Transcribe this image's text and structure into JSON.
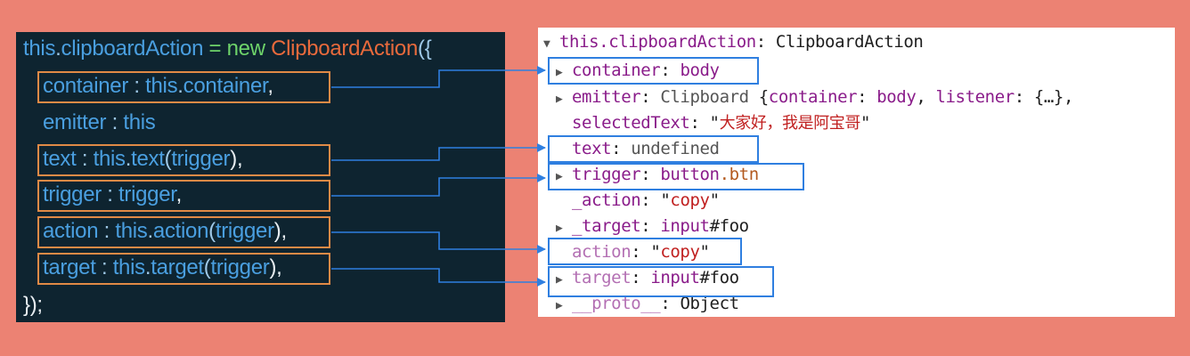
{
  "code": {
    "line1": {
      "this": "this",
      "dot": ".",
      "prop": "clipboardAction",
      "eq": " = ",
      "new": "new ",
      "cls": "ClipboardAction",
      "open": "({"
    },
    "container": {
      "key": "container",
      "sep": " : ",
      "this": "this",
      "dot": ".",
      "val": "container",
      "end": ","
    },
    "emitter": {
      "key": "emitter",
      "sep": " : ",
      "val": "this"
    },
    "text": {
      "key": "text",
      "sep": " : ",
      "this": "this",
      "dot": ".",
      "fn": "text",
      "open": "(",
      "arg": "trigger",
      "end": "),"
    },
    "trigger": {
      "key": "trigger",
      "sep": " : ",
      "val": "trigger",
      "end": ","
    },
    "action": {
      "key": "action",
      "sep": " : ",
      "this": "this",
      "dot": ".",
      "fn": "action",
      "open": "(",
      "arg": "trigger",
      "end": "),"
    },
    "target": {
      "key": "target",
      "sep": " : ",
      "this": "this",
      "dot": ".",
      "fn": "target",
      "open": "(",
      "arg": "trigger",
      "end": "),"
    },
    "close": "});"
  },
  "devtools": {
    "header": {
      "key": "this.clipboardAction",
      "colon": ": ",
      "val": "ClipboardAction"
    },
    "rows": {
      "container": {
        "key": "container",
        "colon": ": ",
        "val": "body"
      },
      "emitter": {
        "key": "emitter",
        "colon": ": ",
        "type": "Clipboard ",
        "open": "{",
        "k1": "container",
        "c1": ": ",
        "v1": "body",
        "sep": ", ",
        "k2": "listener",
        "c2": ": ",
        "v2": "{…}",
        "tail": ","
      },
      "selectedText": {
        "key": "selectedText",
        "colon": ": ",
        "q1": "\"",
        "val": "大家好，我是阿宝哥",
        "q2": "\""
      },
      "text": {
        "key": "text",
        "colon": ": ",
        "val": "undefined"
      },
      "trigger": {
        "key": "trigger",
        "colon": ": ",
        "val1": "button",
        "val2": ".btn"
      },
      "_action": {
        "key": "_action",
        "colon": ": ",
        "q1": "\"",
        "val": "copy",
        "q2": "\""
      },
      "_target": {
        "key": "_target",
        "colon": ": ",
        "val1": "input",
        "val2": "#foo"
      },
      "action": {
        "key": "action",
        "colon": ": ",
        "q1": "\"",
        "val": "copy",
        "q2": "\""
      },
      "target": {
        "key": "target",
        "colon": ": ",
        "val1": "input",
        "val2": "#foo"
      },
      "proto": {
        "key": "__proto__",
        "colon": ": ",
        "val": "Object"
      }
    }
  },
  "icons": {
    "expanded": "▼",
    "collapsed": "▶"
  },
  "colors": {
    "background": "#ec8273",
    "code_bg": "#0e2430",
    "code_highlight": "#e08a46",
    "devtools_highlight": "#2f7fe0",
    "connector": "#2f7fe0"
  }
}
